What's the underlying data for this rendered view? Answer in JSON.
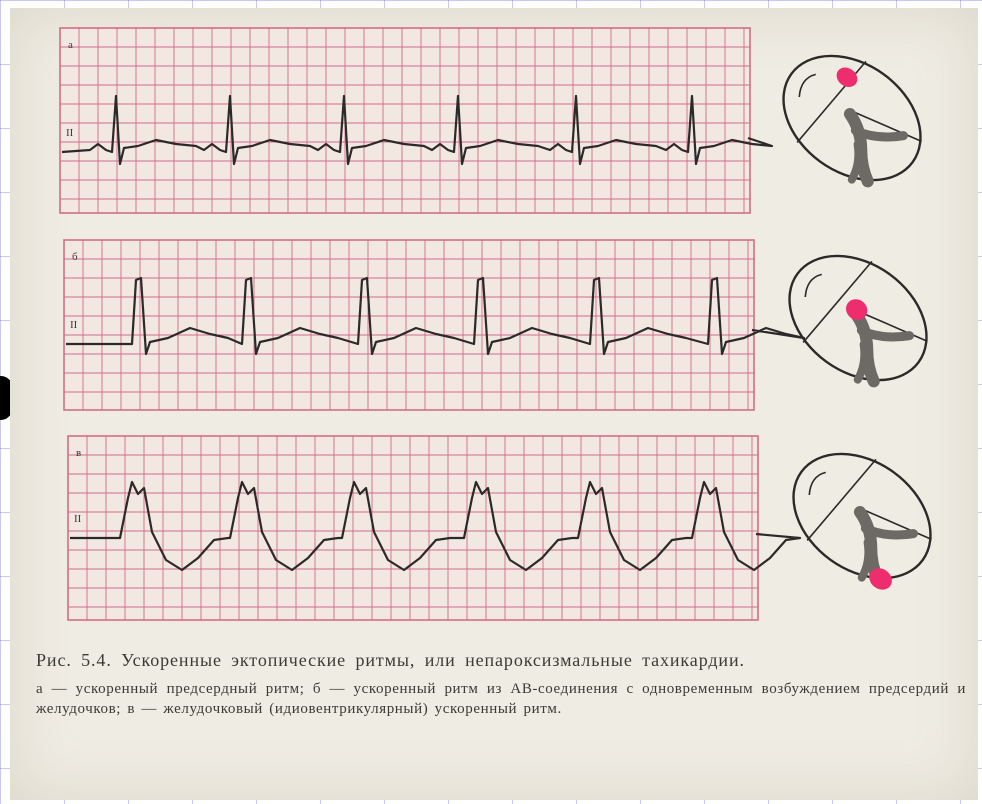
{
  "figure": {
    "strips": [
      {
        "letter": "а",
        "lead": "II",
        "rhythm": "accelerated atrial rhythm",
        "focus": "atrium"
      },
      {
        "letter": "б",
        "lead": "II",
        "rhythm": "accelerated AV-junctional rhythm",
        "focus": "av-junction"
      },
      {
        "letter": "в",
        "lead": "II",
        "rhythm": "accelerated idioventricular rhythm",
        "focus": "ventricle"
      }
    ],
    "colors": {
      "paper": "#efece3",
      "grid": "#d36d85",
      "trace": "#2c2a28",
      "focus": "#ee2d6e",
      "slide_grid": "#4646dc"
    }
  },
  "caption": {
    "title": "Рис. 5.4. Ускоренные эктопические ритмы, или непароксизмальные тахикардии.",
    "body": "а — ускоренный предсердный ритм; б — ускоренный ритм из АВ-соединения с одновременным возбуждением предсердий и желудочков; в — желудочковый (идиовентрикулярный) ускоренный ритм."
  }
}
